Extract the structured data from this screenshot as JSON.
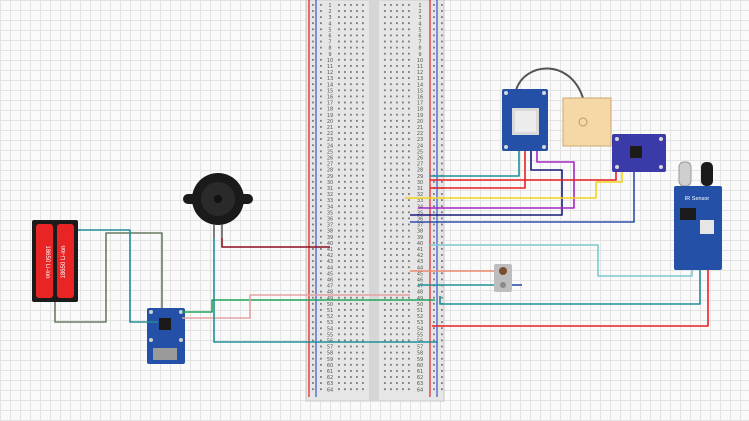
{
  "battery": {
    "labels": [
      "18650 Li-ion",
      "18650 Li-ion"
    ]
  },
  "ir_sensor": {
    "label": "IR Sensor"
  },
  "breadboard": {
    "rows": 64
  },
  "colors": {
    "red": "#e82020",
    "black": "#222222",
    "teal": "#1f8f98",
    "green": "#21a35b",
    "pink": "#e4a3a3",
    "light_blue": "#7ec9ce",
    "purple": "#a225c2",
    "yellow": "#f2d21a",
    "navy": "#1a1a7a",
    "blue": "#2a4fa8",
    "dark_red": "#8c1020",
    "olive": "#6a7a63",
    "salmon": "#ee8a70"
  },
  "components": [
    "battery-holder",
    "tp4056-charger",
    "buzzer",
    "breadboard",
    "gps-module",
    "gps-antenna",
    "accelerometer",
    "ir-sensor",
    "push-button"
  ]
}
